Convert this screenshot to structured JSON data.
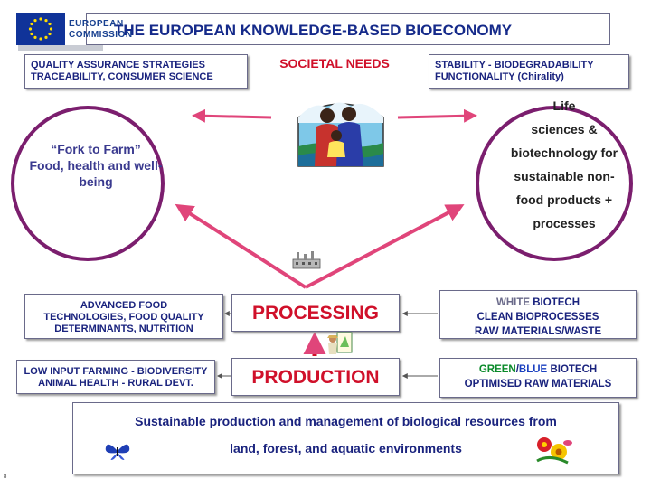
{
  "header": {
    "logo_line1": "EUROPEAN",
    "logo_line2": "COMMISSION",
    "title": "THE EUROPEAN KNOWLEDGE-BASED BIOECONOMY"
  },
  "top_boxes": {
    "quality": [
      "QUALITY ASSURANCE STRATEGIES",
      "TRACEABILITY, CONSUMER SCIENCE"
    ],
    "societal": "SOCIETAL NEEDS",
    "stability": [
      "STABILITY - BIODEGRADABILITY",
      "FUNCTIONALITY (Chirality)"
    ]
  },
  "left_circle": [
    "“Fork to Farm”",
    "Food, health and well-",
    "being"
  ],
  "right_circle": [
    "Life",
    "sciences &",
    "biotechnology for",
    "sustainable non-",
    "food products +",
    "processes"
  ],
  "rows": {
    "advanced_food": [
      "ADVANCED FOOD",
      "TECHNOLOGIES, FOOD QUALITY",
      "DETERMINANTS, NUTRITION"
    ],
    "processing": "PROCESSING",
    "white_biotech_color": "WHITE",
    "white_biotech_rest": "BIOTECH",
    "white_line2": "CLEAN BIOPROCESSES",
    "white_line3": "RAW MATERIALS/WASTE",
    "low_input": [
      "LOW INPUT FARMING - BIODIVERSITY",
      "ANIMAL HEALTH - RURAL DEVT."
    ],
    "production": "PRODUCTION",
    "green_label": "GREEN",
    "slash": "/",
    "blue_label": "BLUE",
    "green_rest": "BIOTECH",
    "green_line2": "OPTIMISED RAW MATERIALS"
  },
  "footer": {
    "line1": "Sustainable production and management of biological resources from",
    "line2": "land, forest, and aquatic environments",
    "page_number": "8"
  },
  "colors": {
    "title_blue": "#152a8a",
    "box_text": "#1a237e",
    "accent_red": "#d0102a",
    "circle_border": "#7b1e6e",
    "arrow_pink": "#e0457a"
  }
}
